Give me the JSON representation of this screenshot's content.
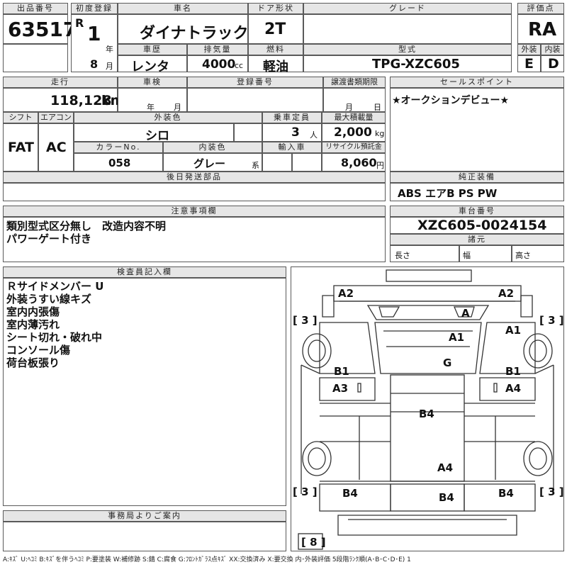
{
  "headers": {
    "lot_no": "出品番号",
    "first_reg": "初度登録",
    "car_name": "車名",
    "door_type": "ドア形状",
    "grade": "グレード",
    "score": "評価点",
    "history": "車歴",
    "displacement": "排気量",
    "fuel": "燃料",
    "model_code": "型式",
    "exterior": "外装",
    "interior": "内装",
    "mileage": "走行",
    "inspection": "車検",
    "reg_no": "登録番号",
    "transfer_deadline": "譲渡書類期限",
    "sales_point": "セールスポイント",
    "shift": "シフト",
    "aircon": "エアコン",
    "ext_color": "外装色",
    "capacity": "乗車定員",
    "max_load": "最大積載量",
    "color_no": "カラーNo.",
    "int_color": "内装色",
    "import": "輸入車",
    "recycle": "リサイクル預託金",
    "later_parts": "後日発送部品",
    "genuine_equip": "純正装備",
    "notes": "注意事項欄",
    "chassis_no": "車台番号",
    "dimensions": "諸元",
    "inspector_notes": "検査員記入欄",
    "office_notice": "事務局よりご案内"
  },
  "vehicle": {
    "lot_no": "63517",
    "era": "R",
    "year": "1",
    "year_unit": "年",
    "month": "8",
    "month_unit": "月",
    "car_name": "ダイナトラック",
    "door_type": "2T",
    "grade": "",
    "score": "RA",
    "history": "レンタ",
    "displacement": "4000",
    "displacement_unit": "cc",
    "fuel": "軽油",
    "model_code": "TPG-XZC605",
    "exterior_grade": "E",
    "interior_grade": "D",
    "mileage": "118,128",
    "mileage_unit": "km",
    "inspection_year_unit": "年",
    "inspection_month_unit": "月",
    "transfer_month_unit": "月",
    "transfer_day_unit": "日",
    "sales_point": "★オークションデビュー★",
    "shift": "FAT",
    "aircon": "AC",
    "ext_color": "シロ",
    "capacity": "3",
    "capacity_unit": "人",
    "max_load": "2,000",
    "max_load_unit": "kg",
    "color_no": "058",
    "int_color": "グレー",
    "int_color_suffix": "系",
    "recycle": "8,060",
    "recycle_unit": "円",
    "genuine_equip": "ABS エアB PS PW",
    "notes": [
      "類別型式区分無し　改造内容不明",
      "パワーゲート付き"
    ],
    "chassis_no": "XZC605-0024154",
    "length_label": "長さ",
    "width_label": "幅",
    "height_label": "高さ",
    "inspector_notes": [
      "Ｒサイドメンバー U",
      "外装うすい線キズ",
      "室内内張傷",
      "室内薄汚れ",
      "シート切れ・破れ中",
      "コンソール傷",
      "荷台板張り"
    ]
  },
  "diagram_marks": {
    "a2_left": "A2",
    "a2_right": "A2",
    "a_windshield": "A",
    "tire_fl": "[ 3 ]",
    "tire_fr": "[ 3 ]",
    "a1_center": "A1",
    "a1_right": "A1",
    "g_center": "G",
    "b1_left": "B1",
    "b1_right": "B1",
    "a3_left": "A3",
    "a4_right": "A4",
    "b4_upper": "B4",
    "a4_lower": "A4",
    "tire_rl": "[ 3 ]",
    "tire_rr": "[ 3 ]",
    "b4_left": "B4",
    "b4_center": "B4",
    "b4_right": "B4",
    "spare": "[ 8 ]"
  },
  "legend": "A:ｷｽﾞ U:ﾍｺﾐ B:ｷｽﾞを伴うﾍｺﾐ P:要塗装 W:補修跡 S:錆 C:腐食 G:ﾌﾛﾝﾄｶﾞﾗｽ点ｷｽﾞ XX:交換済み X:要交換 内･外装評価 5段階ﾗﾝｸ順(A･B･C･D･E) 1"
}
